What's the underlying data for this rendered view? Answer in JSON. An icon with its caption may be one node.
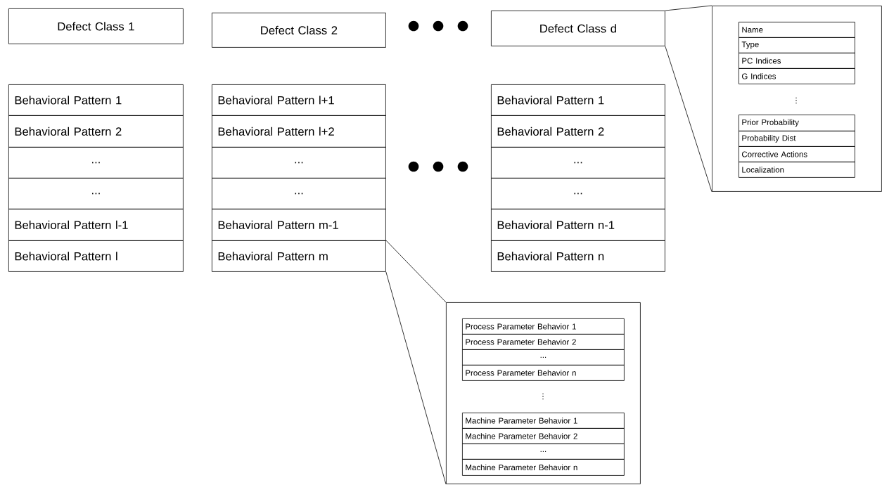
{
  "diagram": {
    "nodes": [
      {
        "text": [
          "Defect Class 1"
        ]
      },
      {
        "text": [
          "Defect Class 2"
        ]
      },
      {
        "text": [
          "Defect Class d"
        ]
      },
      {
        "text": [],
        "shape": "box"
      },
      {
        "text": [
          "Name"
        ],
        "in": 3
      },
      {
        "text": [
          "Type"
        ],
        "in": 3
      },
      {
        "text": [
          "PC Indices"
        ],
        "in": 3
      },
      {
        "text": [
          "G Indices"
        ],
        "in": 3
      },
      {
        "text": [
          "Prior Probability"
        ],
        "in": 3
      },
      {
        "text": [
          "Probability Dist"
        ],
        "in": 3
      },
      {
        "text": [
          "Corrective Actions"
        ],
        "in": 3
      },
      {
        "text": [
          "Localization"
        ],
        "in": 3
      },
      {
        "text": [
          "Behavioral Pattern 1"
        ]
      },
      {
        "text": [
          "Behavioral Pattern 2"
        ]
      },
      {
        "text": [
          "..."
        ]
      },
      {
        "text": [
          "..."
        ]
      },
      {
        "text": [
          "Behavioral Pattern l-1"
        ]
      },
      {
        "text": [
          "Behavioral Pattern l"
        ]
      },
      {
        "text": [
          "Behavioral Pattern l+1"
        ]
      },
      {
        "text": [
          "Behavioral Pattern l+2"
        ]
      },
      {
        "text": [
          "..."
        ]
      },
      {
        "text": [
          "..."
        ]
      },
      {
        "text": [
          "Behavioral Pattern m-1"
        ]
      },
      {
        "text": [
          "Behavioral Pattern m"
        ]
      },
      {
        "text": [
          "Behavioral Pattern 1"
        ]
      },
      {
        "text": [
          "Behavioral Pattern 2"
        ]
      },
      {
        "text": [
          "..."
        ]
      },
      {
        "text": [
          "..."
        ]
      },
      {
        "text": [
          "Behavioral Pattern n-1"
        ]
      },
      {
        "text": [
          "Behavioral Pattern n"
        ]
      },
      {
        "text": [],
        "shape": "box"
      },
      {
        "text": [
          "Process Parameter Behavior 1"
        ],
        "in": 30
      },
      {
        "text": [
          "Process Parameter Behavior 2"
        ],
        "in": 30
      },
      {
        "text": [
          "..."
        ],
        "in": 30
      },
      {
        "text": [
          "Process Parameter Behavior n"
        ],
        "in": 30
      },
      {
        "text": [
          "Machine Parameter Behavior 1"
        ],
        "in": 30
      },
      {
        "text": [
          "Machine Parameter Behavior 2"
        ],
        "in": 30
      },
      {
        "text": [
          "..."
        ],
        "in": 30
      },
      {
        "text": [
          "Machine Parameter Behavior n"
        ],
        "in": 30
      }
    ],
    "edges": [
      {
        "from": 2,
        "to": 3,
        "arrow": "none"
      },
      {
        "from": 2,
        "to": 3,
        "arrow": "none"
      },
      {
        "from": 23,
        "to": 30,
        "arrow": "none"
      },
      {
        "from": 23,
        "to": 30,
        "arrow": "none"
      }
    ],
    "labels": [
      "⋮",
      "⋮"
    ]
  }
}
